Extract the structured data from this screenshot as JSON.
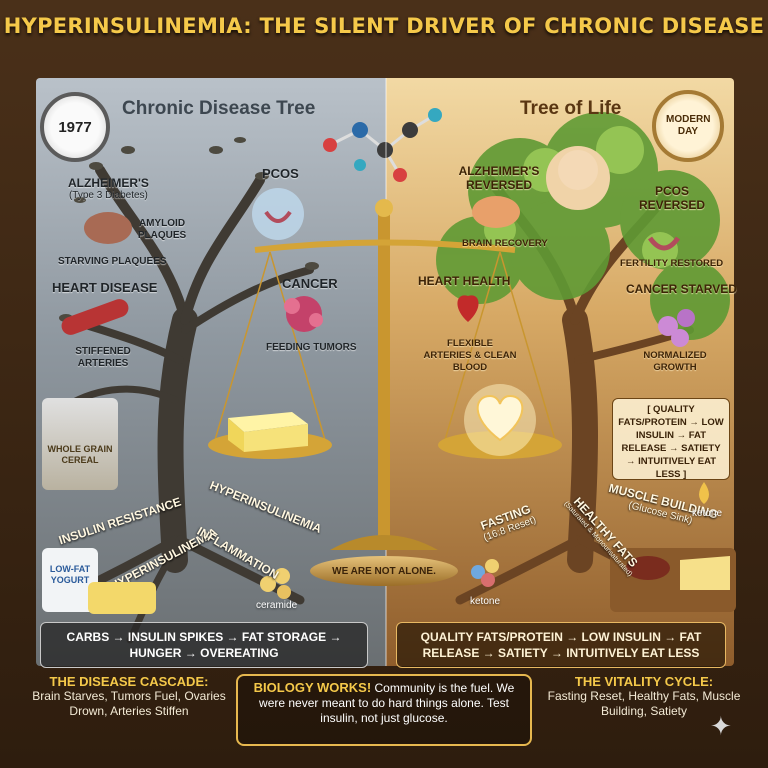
{
  "title": "HYPERINSULINEMIA: THE SILENT DRIVER OF CHRONIC DISEASE",
  "left_panel": {
    "heading": "Chronic Disease Tree",
    "clock": "1977",
    "labels": {
      "alzheimers": "ALZHEIMER'S",
      "alzheimers_sub": "(Type 3 Diabetes)",
      "amyloid": "AMYLOID PLAQUES",
      "starving": "STARVING PLAQUEES",
      "pcos": "PCOS",
      "heart": "HEART DISEASE",
      "stiffened": "STIFFENED ARTERIES",
      "cancer": "CANCER",
      "feeding": "FEEDING TUMORS"
    },
    "roots": [
      "INSULIN RESISTANCE",
      "HYPERINSULINEMIA",
      "HYPERINSULINEMIA",
      "INFLAMMATION"
    ],
    "products": {
      "cereal": "WHOLE GRAIN CEREAL",
      "yogurt": "LOW-FAT YOGURT",
      "ceramide": "ceramide"
    },
    "box": "CARBS → INSULIN SPIKES → FAT STORAGE → HUNGER → OVEREATING"
  },
  "right_panel": {
    "heading": "Tree of Life",
    "clock": "MODERN DAY",
    "labels": {
      "alzheimers": "ALZHEIMER'S REVERSED",
      "brain": "BRAIN RECOVERY",
      "pcos": "PCOS REVERSED",
      "fertility": "FERTILITY RESTORED",
      "heart": "HEART HEALTH",
      "arteries": "FLEXIBLE ARTERIES & CLEAN BLOOD",
      "cancer": "CANCER STARVED",
      "growth": "NORMALIZED GROWTH"
    },
    "roots": {
      "fasting": "FASTING",
      "fasting_sub": "(16:8 Reset)",
      "fats": "HEALTHY FATS",
      "fats_sub": "(Saturated & Monounsaturated)",
      "muscle": "MUSCLE BUILDING",
      "muscle_sub": "(Glucose Sink)",
      "ketone_a": "ketone",
      "ketone_b": "ketone"
    },
    "side_box": "[ QUALITY FATS/PROTEIN → LOW INSULIN → FAT RELEASE → SATIETY → INTUITIVELY EAT LESS ]",
    "box": "QUALITY FATS/PROTEIN → LOW INSULIN → FAT RELEASE → SATIETY → INTUITIVELY EAT LESS"
  },
  "scale_base": "WE ARE NOT ALONE.",
  "bottom": {
    "left_title": "THE DISEASE CASCADE:",
    "left_text": "Brain Starves, Tumors Fuel, Ovaries Drown, Arteries Stiffen",
    "mid_title": "BIOLOGY WORKS!",
    "mid_text": "Community is the fuel. We were never meant to do hard things alone. Test insulin, not just glucose.",
    "right_title": "THE VITALITY CYCLE:",
    "right_text": "Fasting Reset, Healthy Fats, Muscle Building, Satiety"
  },
  "colors": {
    "title": "#f5c94a",
    "left_bg": "#9aa3ab",
    "right_bg": "#d7a965",
    "gold": "#d4a437"
  }
}
